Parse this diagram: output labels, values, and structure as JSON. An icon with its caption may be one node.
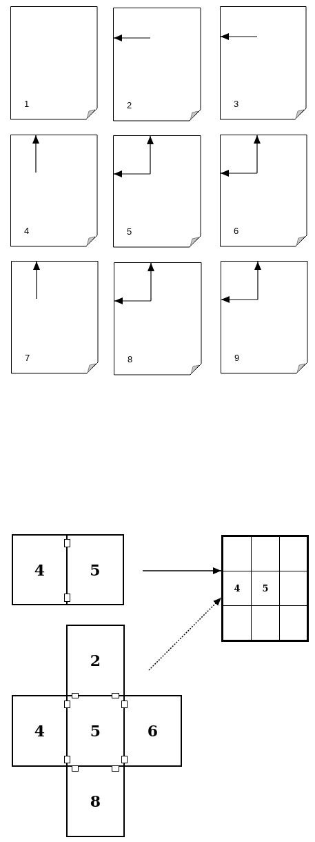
{
  "diagram": {
    "nodes": [
      {
        "text": [
          "1"
        ]
      },
      {
        "text": [
          "2"
        ]
      },
      {
        "text": [
          "3"
        ]
      },
      {
        "text": [
          "4"
        ]
      },
      {
        "text": [
          "5"
        ]
      },
      {
        "text": [
          "6"
        ]
      },
      {
        "text": [
          "7"
        ]
      },
      {
        "text": [
          "8"
        ]
      },
      {
        "text": [
          "9"
        ]
      },
      {
        "text": [
          "4"
        ]
      },
      {
        "text": [
          "5"
        ]
      },
      {
        "text": [],
        "shape": "box"
      },
      {
        "text": [],
        "shape": "box",
        "in": 11
      },
      {
        "text": [],
        "shape": "box",
        "in": 11
      },
      {
        "text": [],
        "shape": "box",
        "in": 11
      },
      {
        "text": [
          "4"
        ],
        "in": 11
      },
      {
        "text": [
          "5"
        ],
        "in": 11
      },
      {
        "text": [],
        "shape": "box",
        "in": 11
      },
      {
        "text": [],
        "shape": "box",
        "in": 11
      },
      {
        "text": [],
        "shape": "box",
        "in": 11
      },
      {
        "text": [],
        "shape": "box",
        "in": 11
      },
      {
        "text": [
          "2"
        ]
      },
      {
        "text": [
          "4"
        ]
      },
      {
        "text": [
          "5"
        ]
      },
      {
        "text": [
          "6"
        ]
      },
      {
        "text": [
          "8"
        ]
      }
    ],
    "edges": [
      {
        "from": null,
        "to": 11,
        "arrow": "to"
      },
      {
        "from": null,
        "to": 11,
        "arrow": "to",
        "style": "dashed"
      }
    ]
  }
}
